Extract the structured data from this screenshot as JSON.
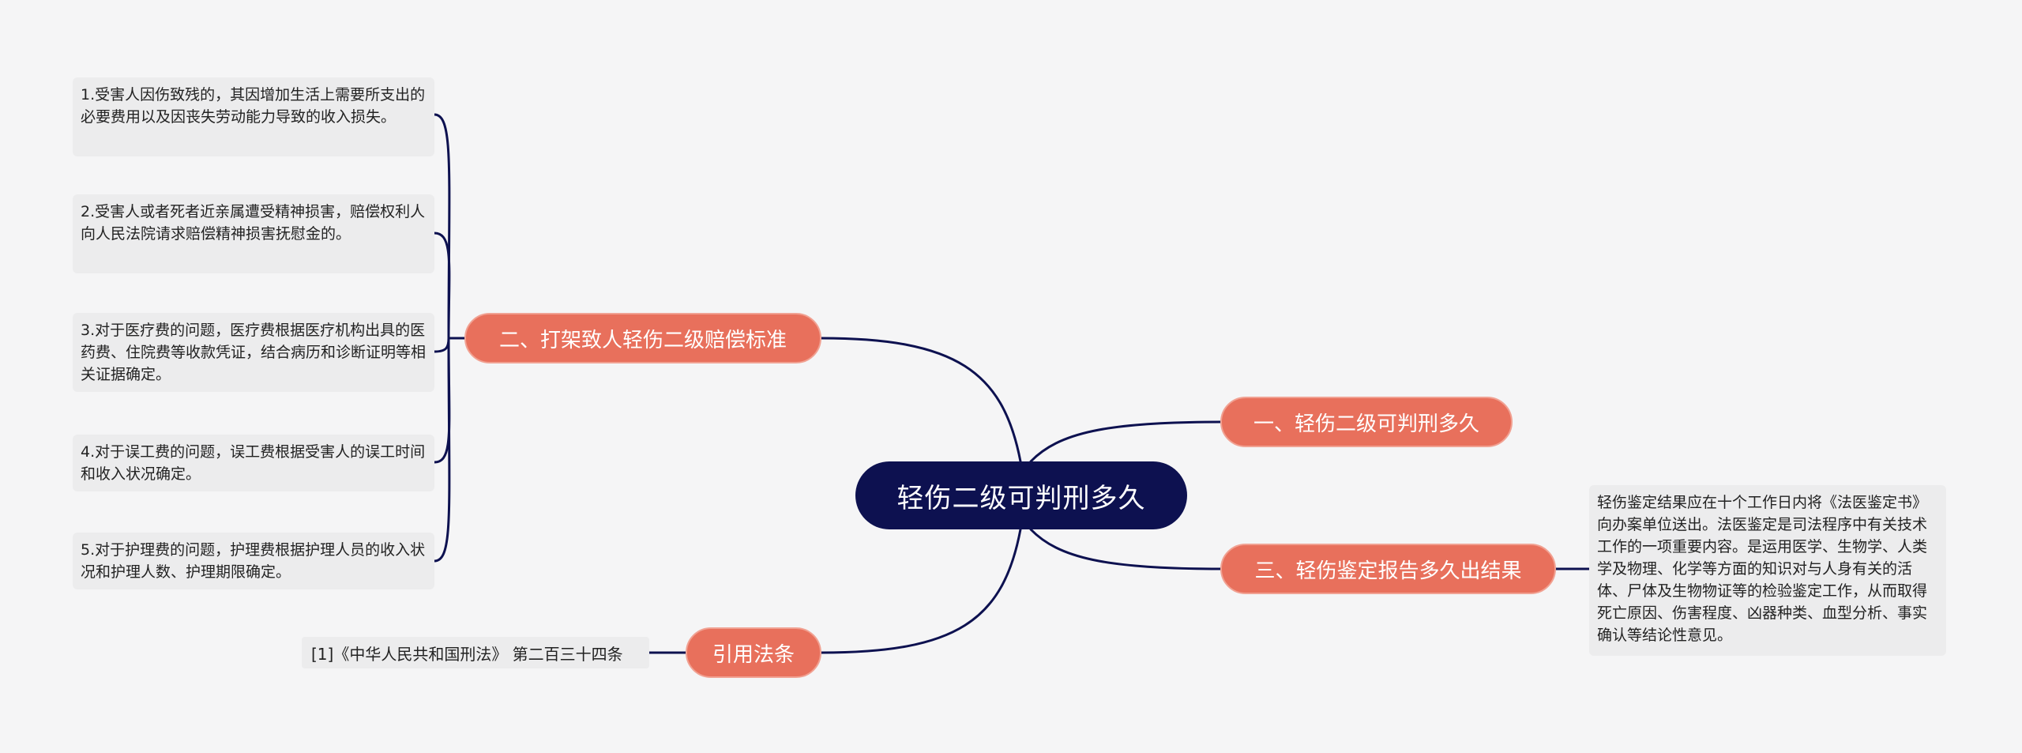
{
  "colors": {
    "background": "#f5f5f6",
    "root_fill": "#0d1150",
    "branch_fill": "#e8705c",
    "leaf_fill": "#ececed",
    "connector": "#0d1150"
  },
  "root": {
    "label": "轻伤二级可判刑多久"
  },
  "branches": [
    {
      "label": "二、打架致人轻伤二级赔偿标准"
    },
    {
      "label": "一、轻伤二级可判刑多久"
    },
    {
      "label": "三、轻伤鉴定报告多久出结果"
    },
    {
      "label": "引用法条"
    }
  ],
  "compensation_items": [
    "1.受害人因伤致残的，其因增加生活上需要所支出的必要费用以及因丧失劳动能力导致的收入损失。",
    "2.受害人或者死者近亲属遭受精神损害，赔偿权利人向人民法院请求赔偿精神损害抚慰金的。",
    "3.对于医疗费的问题，医疗费根据医疗机构出具的医药费、住院费等收款凭证，结合病历和诊断证明等相关证据确定。",
    "4.对于误工费的问题，误工费根据受害人的误工时间和收入状况确定。",
    "5.对于护理费的问题，护理费根据护理人员的收入状况和护理人数、护理期限确定。"
  ],
  "report_detail": "轻伤鉴定结果应在十个工作日内将《法医鉴定书》向办案单位送出。法医鉴定是司法程序中有关技术工作的一项重要内容。是运用医学、生物学、人类学及物理、化学等方面的知识对与人身有关的活体、尸体及生物物证等的检验鉴定工作，从而取得死亡原因、伤害程度、凶器种类、血型分析、事实确认等结论性意见。",
  "law_reference": "[1]《中华人民共和国刑法》 第二百三十四条"
}
